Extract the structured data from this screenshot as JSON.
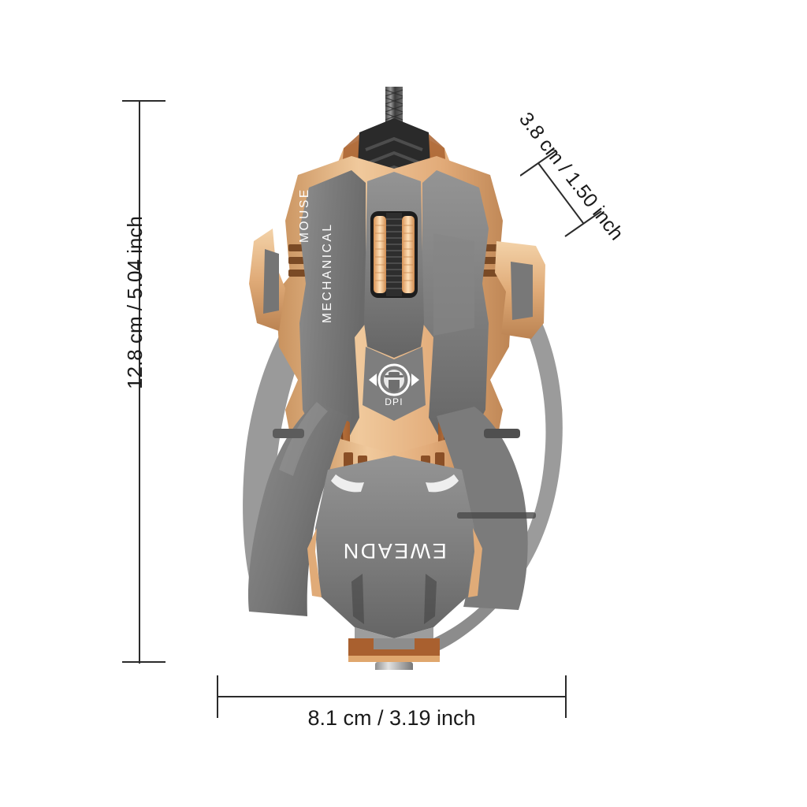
{
  "image": {
    "subject": "gaming-mouse-dimension-diagram",
    "background_color": "#ffffff"
  },
  "dimensions": {
    "height": {
      "label": "12.8 cm / 5.04 inch",
      "cm": 12.8,
      "inch": 5.04,
      "orientation": "vertical-left"
    },
    "width": {
      "label": "8.1 cm / 3.19 inch",
      "cm": 8.1,
      "inch": 3.19,
      "orientation": "horizontal-bottom"
    },
    "depth": {
      "label": "3.8 cm / 1.50 inch",
      "cm": 3.8,
      "inch": 1.5,
      "orientation": "diagonal-top-right"
    }
  },
  "product": {
    "brand_text": "EWEADN",
    "side_text_line1": "MECHANICAL",
    "side_text_line2": "MOUSE",
    "dpi_button_label": "DPI",
    "dpi_icon": "gamer-head-emblem-icon"
  },
  "colors": {
    "gold": "#e5b483",
    "gold_light": "#f2cfa4",
    "gold_dark": "#c08f5c",
    "grey_body": "#7e7e7e",
    "grey_light": "#9a9a9a",
    "grey_dark": "#5f5f5f",
    "copper": "#b5703c",
    "copper_light": "#e09a5e",
    "black_vent": "#232323",
    "line": "#2b2b2b",
    "text": "#1a1a1a",
    "white_text": "#ffffff"
  }
}
